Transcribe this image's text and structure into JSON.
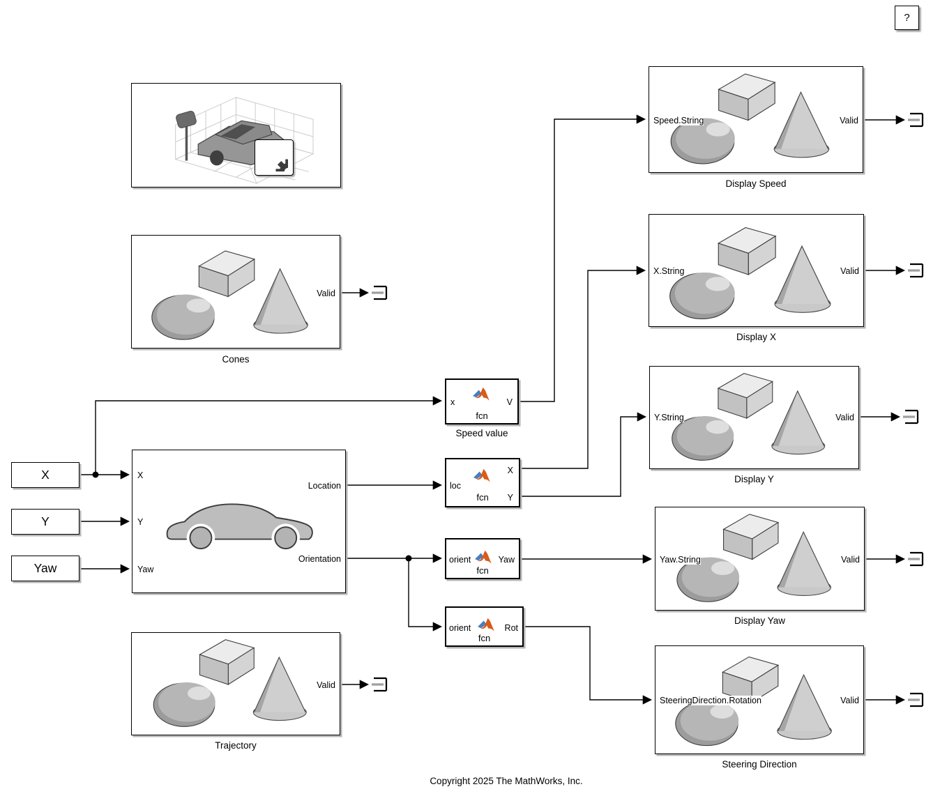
{
  "help": {
    "label": "?"
  },
  "blocks": {
    "cones": {
      "label": "Cones",
      "valid": "Valid"
    },
    "trajectory": {
      "label": "Trajectory",
      "valid": "Valid"
    },
    "sources": {
      "x": "X",
      "y": "Y",
      "yaw": "Yaw"
    },
    "vehicle": {
      "ports_in": [
        "X",
        "Y",
        "Yaw"
      ],
      "ports_out": [
        "Location",
        "Orientation"
      ]
    },
    "speed_value": {
      "label": "Speed value",
      "in": "x",
      "out": "V",
      "fcn": "fcn"
    },
    "loc_fcn": {
      "in": "loc",
      "out_x": "X",
      "out_y": "Y",
      "fcn": "fcn"
    },
    "yaw_fcn": {
      "in": "orient",
      "out": "Yaw",
      "fcn": "fcn"
    },
    "rot_fcn": {
      "in": "orient",
      "out": "Rot",
      "fcn": "fcn"
    },
    "display_speed": {
      "label": "Display Speed",
      "in": "Speed.String",
      "valid": "Valid"
    },
    "display_x": {
      "label": "Display X",
      "in": "X.String",
      "valid": "Valid"
    },
    "display_y": {
      "label": "Display Y",
      "in": "Y.String",
      "valid": "Valid"
    },
    "display_yaw": {
      "label": "Display Yaw",
      "in": "Yaw.String",
      "valid": "Valid"
    },
    "steering": {
      "label": "Steering Direction",
      "in": "SteeringDirection.Rotation",
      "valid": "Valid"
    }
  },
  "footer": {
    "copyright": "Copyright 2025 The MathWorks, Inc."
  },
  "colors": {
    "matlab_orange": "#d85b1a",
    "matlab_blue": "#4a7ebd",
    "wire": "#000000",
    "block_shadow": "#b4b4b4"
  }
}
